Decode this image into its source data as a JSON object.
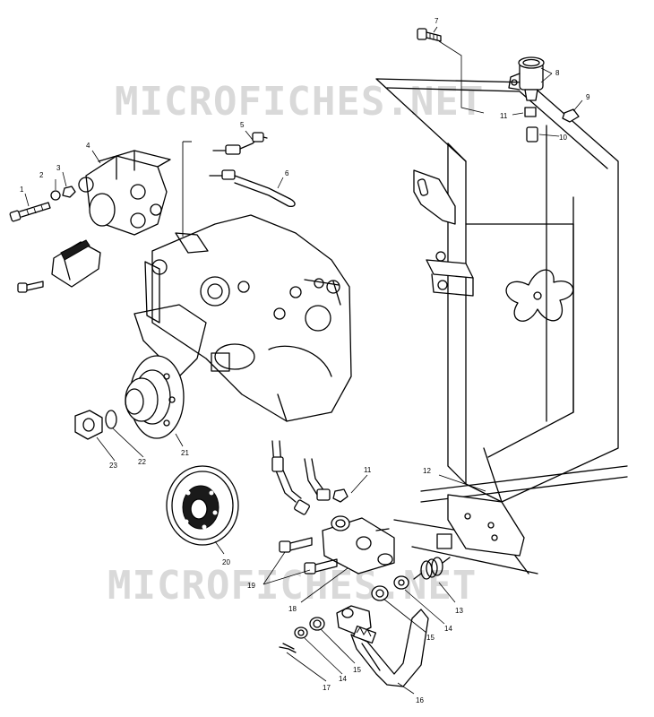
{
  "watermark": {
    "text": "MICROFICHES.NET",
    "color": "#d9d9d9"
  },
  "callouts": {
    "c1": "1",
    "c2": "2",
    "c3": "3",
    "c4": "4",
    "c5": "5",
    "c6": "6",
    "c7": "7",
    "c8": "8",
    "c9": "9",
    "c10": "10",
    "c11a": "11",
    "c11b": "11",
    "c12": "12",
    "c13": "13",
    "c14a": "14",
    "c14b": "14",
    "c15a": "15",
    "c15b": "15",
    "c16": "16",
    "c17": "17",
    "c18": "18",
    "c19": "19",
    "c20": "20",
    "c21": "21",
    "c22": "22",
    "c23": "23"
  }
}
